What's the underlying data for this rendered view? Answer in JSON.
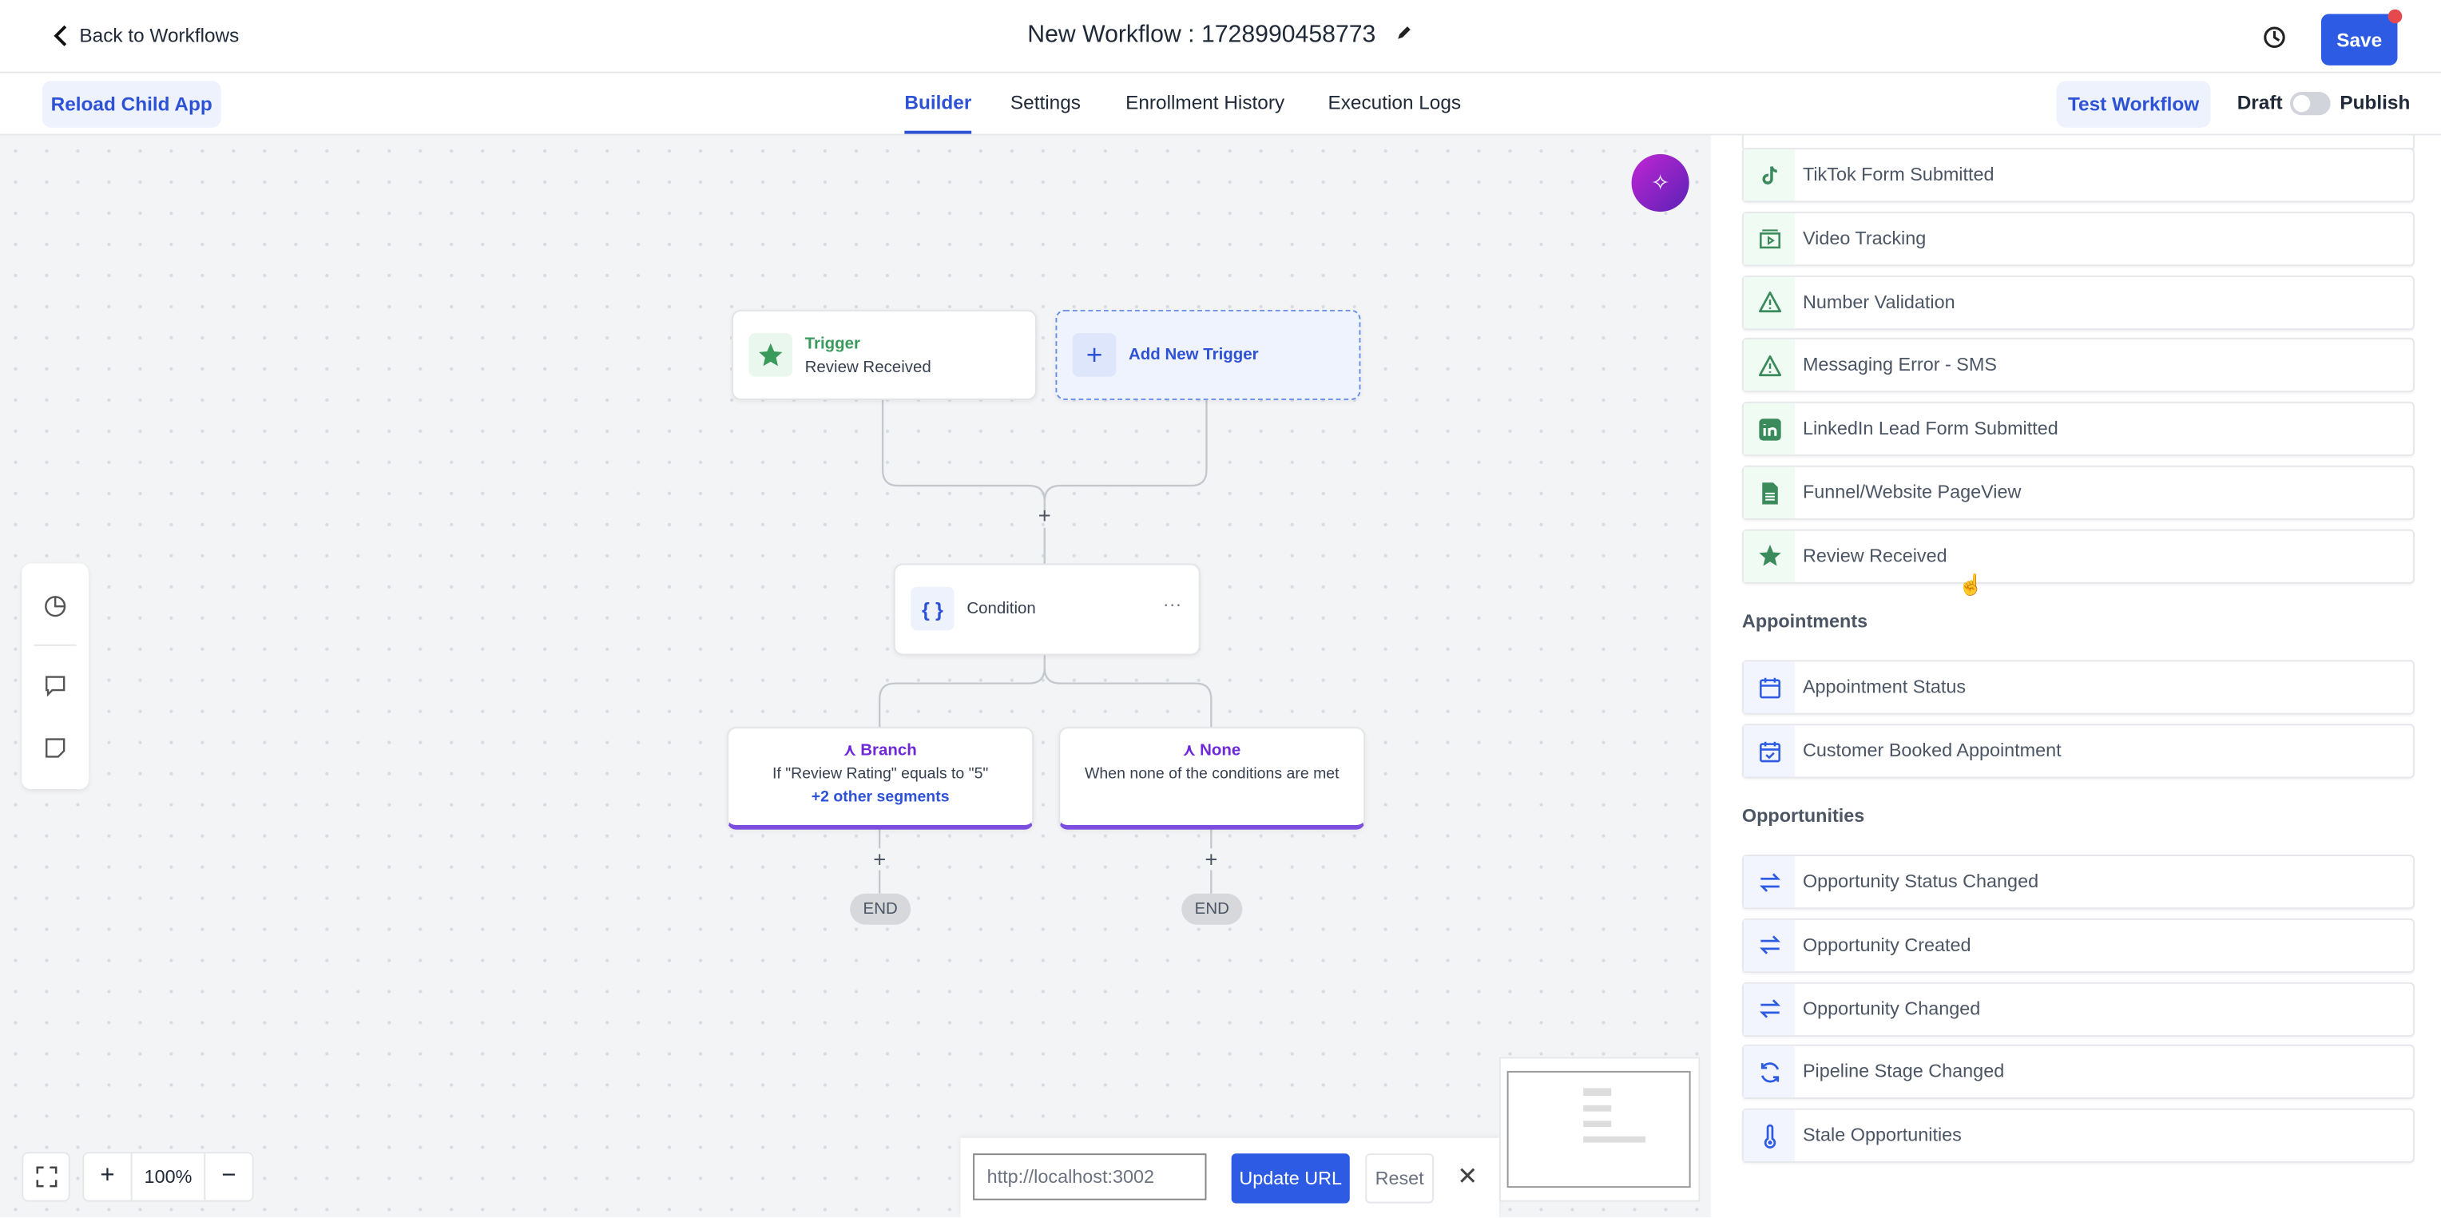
{
  "header": {
    "back_label": "Back to Workflows",
    "title": "New Workflow : 1728990458773",
    "save_label": "Save"
  },
  "toolbar": {
    "reload_label": "Reload Child App",
    "tabs": [
      {
        "label": "Builder",
        "active": true
      },
      {
        "label": "Settings"
      },
      {
        "label": "Enrollment History"
      },
      {
        "label": "Execution Logs"
      }
    ],
    "test_label": "Test Workflow",
    "draft_label": "Draft",
    "publish_label": "Publish",
    "publish_on": false
  },
  "canvas": {
    "trigger": {
      "kind": "Trigger",
      "name": "Review Received"
    },
    "add_trigger": "Add New Trigger",
    "condition": "Condition",
    "branches": [
      {
        "title": "Branch",
        "desc": "If \"Review Rating\" equals to \"5\"",
        "more": "+2 other segments"
      },
      {
        "title": "None",
        "desc": "When none of the conditions are met"
      }
    ],
    "end_label": "END",
    "zoom": "100%",
    "url_value": "http://localhost:3002",
    "update_url": "Update URL",
    "reset": "Reset"
  },
  "panel": {
    "items_top": [
      {
        "label": "TikTok Form Submitted",
        "icon": "tiktok-icon"
      },
      {
        "label": "Video Tracking",
        "icon": "video-icon"
      },
      {
        "label": "Number Validation",
        "icon": "warning-icon"
      },
      {
        "label": "Messaging Error - SMS",
        "icon": "warning-icon"
      },
      {
        "label": "LinkedIn Lead Form Submitted",
        "icon": "linkedin-icon"
      },
      {
        "label": "Funnel/Website PageView",
        "icon": "document-icon"
      },
      {
        "label": "Review Received",
        "icon": "star-icon"
      }
    ],
    "appointments": {
      "title": "Appointments",
      "items": [
        {
          "label": "Appointment Status",
          "icon": "calendar-icon"
        },
        {
          "label": "Customer Booked Appointment",
          "icon": "calendar-check-icon"
        }
      ]
    },
    "opportunities": {
      "title": "Opportunities",
      "items": [
        {
          "label": "Opportunity Status Changed",
          "icon": "swap-icon"
        },
        {
          "label": "Opportunity Created",
          "icon": "swap-icon"
        },
        {
          "label": "Opportunity Changed",
          "icon": "swap-icon"
        },
        {
          "label": "Pipeline Stage Changed",
          "icon": "refresh-icon"
        },
        {
          "label": "Stale Opportunities",
          "icon": "thermometer-icon"
        }
      ]
    }
  },
  "colors": {
    "primary": "#2d5be3",
    "green": "#3a8a5c",
    "purple": "#7c3aed",
    "accent_soft": "#eef2fd"
  }
}
